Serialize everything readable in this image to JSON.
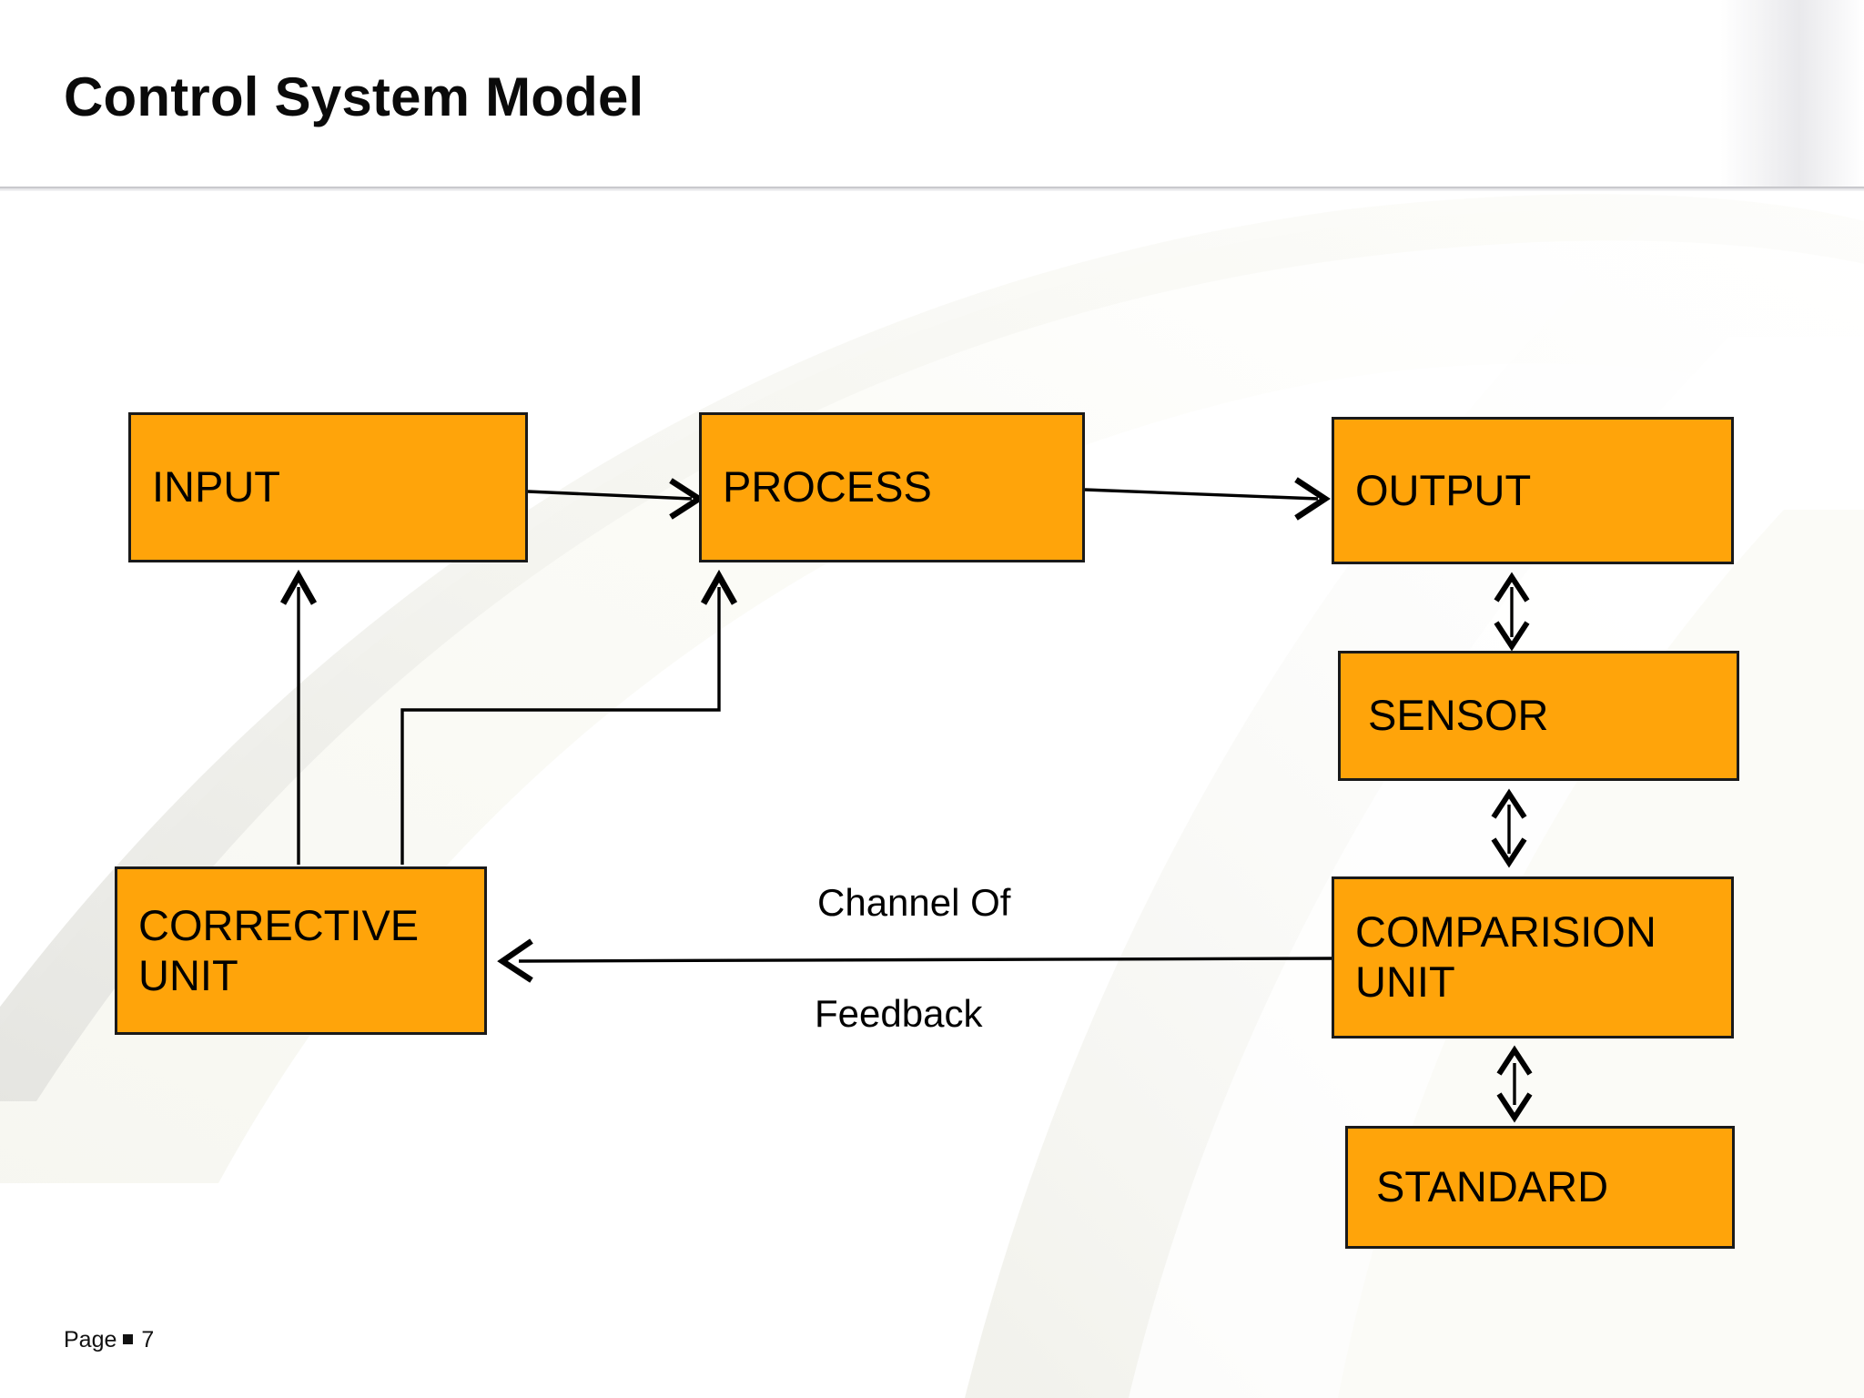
{
  "slide": {
    "title": "Control System Model",
    "footer_label": "Page",
    "footer_page_number": "7",
    "background_color": "#ffffff",
    "accent_color": "#FFA40A",
    "border_color": "#1a1a1a",
    "text_color": "#000000"
  },
  "diagram": {
    "type": "block-flow",
    "nodes": [
      {
        "id": "input",
        "label": "INPUT"
      },
      {
        "id": "process",
        "label": "PROCESS"
      },
      {
        "id": "output",
        "label": "OUTPUT"
      },
      {
        "id": "sensor",
        "label": "SENSOR"
      },
      {
        "id": "comparison",
        "label": "COMPARISION\nUNIT"
      },
      {
        "id": "standard",
        "label": "STANDARD"
      },
      {
        "id": "corrective",
        "label": "CORRECTIVE\nUNIT"
      }
    ],
    "captions": [
      {
        "id": "channel-of",
        "text": "Channel Of"
      },
      {
        "id": "feedback",
        "text": "Feedback"
      }
    ],
    "edges": [
      {
        "from": "input",
        "to": "process",
        "style": "arrow",
        "direction": "right"
      },
      {
        "from": "process",
        "to": "output",
        "style": "arrow",
        "direction": "right"
      },
      {
        "from": "output",
        "to": "sensor",
        "style": "double-arrow",
        "direction": "vertical"
      },
      {
        "from": "sensor",
        "to": "comparison",
        "style": "double-arrow",
        "direction": "vertical"
      },
      {
        "from": "comparison",
        "to": "standard",
        "style": "double-arrow",
        "direction": "vertical"
      },
      {
        "from": "comparison",
        "to": "corrective",
        "style": "arrow",
        "direction": "left",
        "label": "Channel Of Feedback"
      },
      {
        "from": "corrective",
        "to": "input",
        "style": "arrow",
        "direction": "up"
      },
      {
        "from": "corrective",
        "to": "process",
        "style": "arrow",
        "direction": "up-right-up"
      }
    ]
  }
}
